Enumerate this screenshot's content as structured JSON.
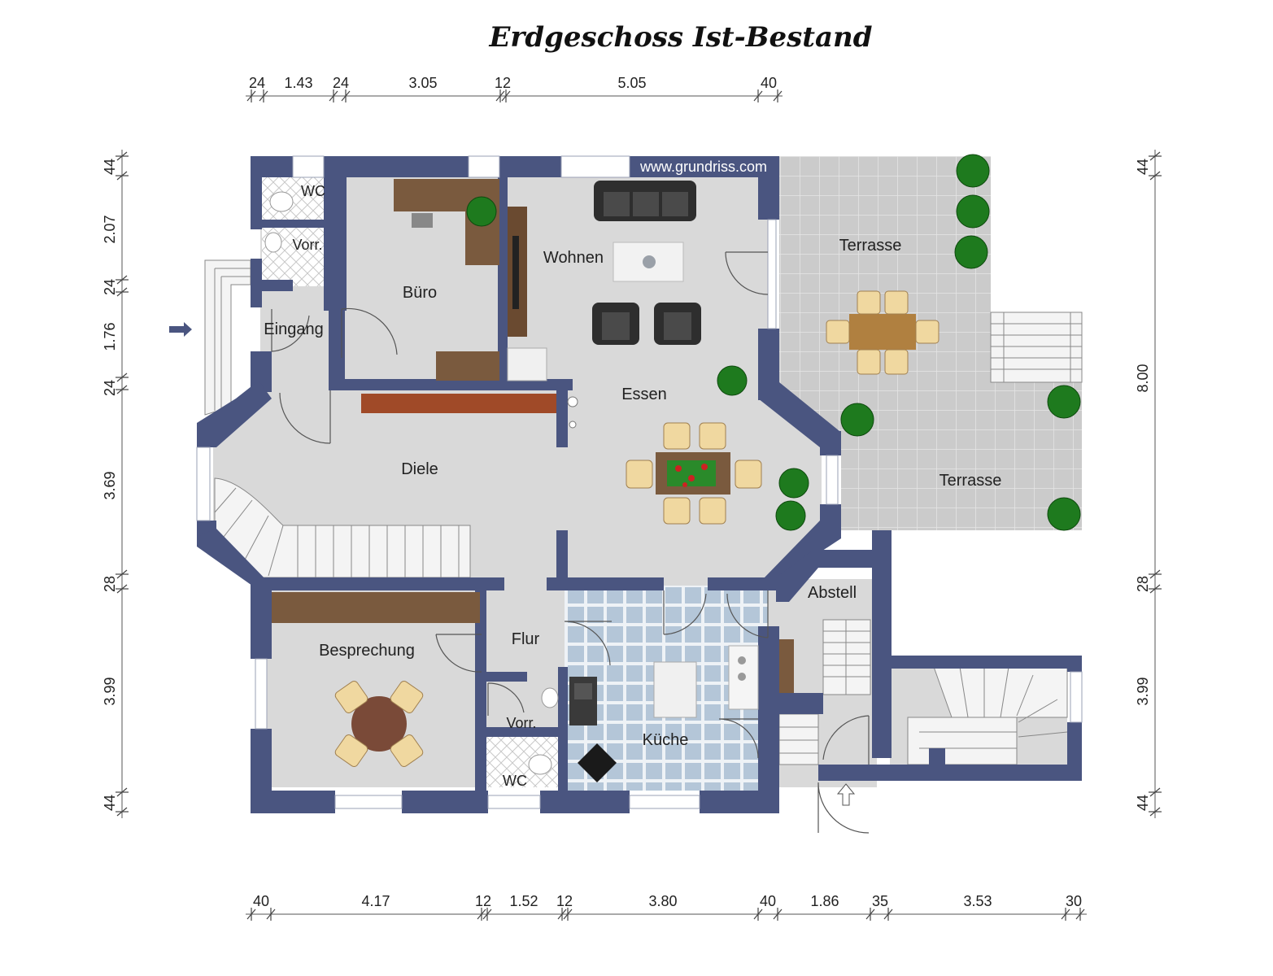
{
  "title": "Erdgeschoss Ist-Bestand",
  "watermark": "www.grundriss.com",
  "dimensions": {
    "top": [
      "24",
      "1.43",
      "24",
      "3.05",
      "12",
      "5.05",
      "40"
    ],
    "bottom": [
      "40",
      "4.17",
      "12",
      "1.52",
      "12",
      "3.80",
      "40",
      "1.86",
      "35",
      "3.53",
      "30"
    ],
    "left": [
      "44",
      "2.07",
      "24",
      "1.76",
      "24",
      "3.69",
      "28",
      "3.99",
      "44"
    ],
    "right": [
      "44",
      "8.00",
      "28",
      "3.99",
      "44"
    ]
  },
  "rooms": {
    "wc_top": "WC",
    "vorr_top": "Vorr.",
    "eingang": "Eingang",
    "buero": "Büro",
    "wohnen": "Wohnen",
    "essen": "Essen",
    "diele": "Diele",
    "terrasse_1": "Terrasse",
    "terrasse_2": "Terrasse",
    "abstell": "Abstell",
    "flur": "Flur",
    "besprechung": "Besprechung",
    "vorr_bottom": "Vorr.",
    "wc_bottom": "WC",
    "kueche": "Küche"
  },
  "colors": {
    "wall": "#4a5580",
    "floor": "#d9d9d9",
    "terrace": "#c8c8c8",
    "kitchen_tile": "#b8c8d8",
    "wood": "#7a5a3e",
    "plant": "#1a7a1a"
  }
}
